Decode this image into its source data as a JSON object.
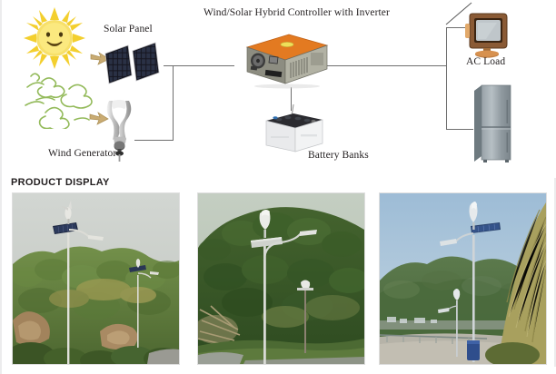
{
  "diagram": {
    "labels": {
      "controller": "Wind/Solar Hybrid Controller with Inverter",
      "solar_panel": "Solar Panel",
      "wind_generator": "Wind Generator",
      "battery_banks": "Battery Banks",
      "ac_load": "AC Load"
    },
    "icons": {
      "sun": "sun-icon",
      "wind_swirls": "wind-swirls-icon",
      "arrow_sun": "arrow-right-icon",
      "arrow_wind": "arrow-right-icon",
      "solar_panel": "solar-panel-icon",
      "wind_turbine": "vertical-axis-wind-turbine-icon",
      "inverter": "hybrid-controller-inverter-icon",
      "battery": "battery-icon",
      "tv": "crt-television-icon",
      "fridge": "refrigerator-icon"
    },
    "colors": {
      "wire": "#6e6e6e",
      "sun_body": "#f5d94a",
      "sun_ray": "#f2c71f",
      "swirl": "#8cb84b",
      "arrow": "#c9ab72",
      "panel_dark": "#1a1a24",
      "panel_cell": "#2f3a52",
      "inverter_top": "#e0761d",
      "inverter_body": "#8a8a80",
      "battery_body": "#e9eaec",
      "battery_top": "#2b2b30",
      "tv_case": "#8a5a35",
      "tv_screen": "#b9c0c4",
      "fridge_body": "#9aa3a9",
      "text": "#231f20"
    }
  },
  "product_display": {
    "title": "PRODUCT DISPLAY",
    "photos": [
      {
        "name": "solar-wind-street-light-hillside",
        "caption": "Solar street light on rocky vegetated hillside",
        "sky": "#c9cdc9",
        "foliage": "#5f7a3a",
        "rock": "#a8865f",
        "pole": "#d8d8d2"
      },
      {
        "name": "hybrid-street-light-green-hill",
        "caption": "Wind/solar hybrid street light in front of green forested hill",
        "sky": "#b9c4b4",
        "foliage": "#3f5f2c",
        "rock": "#6e7a52",
        "pole": "#d5d7d2"
      },
      {
        "name": "street-light-blue-sky-mountains",
        "caption": "Street light with blue sky and distant mountains",
        "sky": "#aec8de",
        "foliage": "#4b6b3c",
        "rock": "#b9a martial",
        "pole": "#cfd3d6"
      }
    ]
  }
}
